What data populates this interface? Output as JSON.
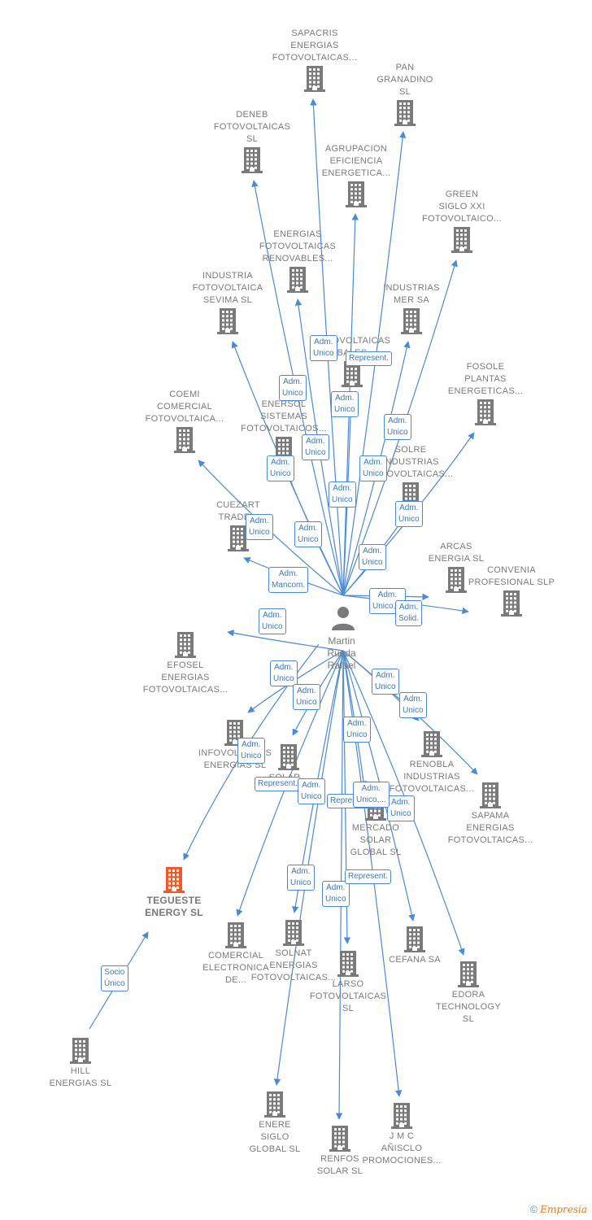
{
  "colors": {
    "edge": "#4a8ad4",
    "building": "#7a7a7a",
    "focus": "#f05a28",
    "label": "#7a7a7a"
  },
  "person": {
    "name": "Martin\nRueda\nRafael",
    "icon": "person-icon"
  },
  "focus_company": {
    "name": "TEGUESTE\nENERGY  SL"
  },
  "companies": [
    {
      "id": "sapacris",
      "name": "SAPACRIS\nENERGIAS\nFOTOVOLTAICAS..."
    },
    {
      "id": "pan",
      "name": "PAN\nGRANADINO\nSL"
    },
    {
      "id": "deneb",
      "name": "DENEB\nFOTOVOLTAICAS\nSL"
    },
    {
      "id": "agrupacion",
      "name": "AGRUPACION\nEFICIENCIA\nENERGETICA..."
    },
    {
      "id": "green",
      "name": "GREEN\nSIGLO XXI\nFOTOVOLTAICO..."
    },
    {
      "id": "energias_renov",
      "name": "ENERGIAS\nFOTOVOLTAICAS\nRENOVABLES..."
    },
    {
      "id": "industria_sevima",
      "name": "INDUSTRIA\nFOTOVOLTAICA\nSEVIMA  SL"
    },
    {
      "id": "industrias_mer",
      "name": "INDUSTRIAS\nMER SA"
    },
    {
      "id": "fotovoltaicas_bales",
      "name": "FOTOVOLTAICAS\nBALES"
    },
    {
      "id": "fosole",
      "name": "FOSOLE\nPLANTAS\nENERGETICAS..."
    },
    {
      "id": "coemi",
      "name": "COEMI\nCOMERCIAL\nFOTOVOLTAICA..."
    },
    {
      "id": "enersol",
      "name": "ENERSOL\nSISTEMAS\nFOTOVOLTAICOS..."
    },
    {
      "id": "solre",
      "name": "SOLRE\nINDUSTRIAS\nFOTOVOLTAICAS..."
    },
    {
      "id": "cuezart",
      "name": "CUEZART\nTRADE..."
    },
    {
      "id": "arcas",
      "name": "ARCAS\nENERGIA  SL"
    },
    {
      "id": "convenia",
      "name": "CONVENIA\nPROFESIONAL SLP"
    },
    {
      "id": "efosel",
      "name": "EFOSEL\nENERGIAS\nFOTOVOLTAICAS..."
    },
    {
      "id": "infovol",
      "name": "INFOVOLTAICAS\nENERGIAS  SL"
    },
    {
      "id": "solar",
      "name": "SOLAR..."
    },
    {
      "id": "renobla",
      "name": "RENOBLA\nINDUSTRIAS\nFOTOVOLTAICAS..."
    },
    {
      "id": "sapama",
      "name": "SAPAMA\nENERGIAS\nFOTOVOLTAICAS..."
    },
    {
      "id": "mercado",
      "name": "MERCADO\nSOLAR\nGLOBAL  SL"
    },
    {
      "id": "comercial_elec",
      "name": "COMERCIAL\nELECTRONICA\nDE..."
    },
    {
      "id": "solnat",
      "name": "SOLNAT\nENERGIAS\nFOTOVOLTAICAS..."
    },
    {
      "id": "larso",
      "name": "LARSO\nFOTOVOLTAICAS\nSL"
    },
    {
      "id": "cefana",
      "name": "CEFANA SA"
    },
    {
      "id": "edora",
      "name": "EDORA\nTECHNOLOGY\nSL"
    },
    {
      "id": "hill",
      "name": "HILL\nENERGIAS  SL"
    },
    {
      "id": "enere",
      "name": "ENERE\nSIGLO\nGLOBAL  SL"
    },
    {
      "id": "renfos",
      "name": "RENFOS\nSOLAR  SL"
    },
    {
      "id": "jmc",
      "name": "J M C\nAÑISCLO\nPROMOCIONES..."
    }
  ],
  "relations": [
    {
      "id": "r1",
      "label": "Adm.\nUnico"
    },
    {
      "id": "r2",
      "label": "Represent."
    },
    {
      "id": "r3",
      "label": "Adm.\nUnico"
    },
    {
      "id": "r4",
      "label": "Adm.\nUnico"
    },
    {
      "id": "r5",
      "label": "Adm.\nUnico"
    },
    {
      "id": "r6",
      "label": "Adm.\nUnico"
    },
    {
      "id": "r7",
      "label": "Adm.\nUnico"
    },
    {
      "id": "r8",
      "label": "Adm.\nUnico"
    },
    {
      "id": "r9",
      "label": "Adm.\nUnico"
    },
    {
      "id": "r10",
      "label": "Adm.\nUnico"
    },
    {
      "id": "r11",
      "label": "Adm.\nUnico"
    },
    {
      "id": "r12",
      "label": "Adm.\nUnico"
    },
    {
      "id": "r13",
      "label": "Adm.\nUnico"
    },
    {
      "id": "r14",
      "label": "Adm.\nMancom."
    },
    {
      "id": "r15",
      "label": "Adm.\nUnico,..."
    },
    {
      "id": "r16",
      "label": "Adm.\nSolid."
    },
    {
      "id": "r17",
      "label": "Adm.\nUnico"
    },
    {
      "id": "r18",
      "label": "Adm.\nUnico"
    },
    {
      "id": "r19",
      "label": "Adm.\nUnico"
    },
    {
      "id": "r20",
      "label": "Adm.\nUnico"
    },
    {
      "id": "r21",
      "label": "Adm.\nUnico"
    },
    {
      "id": "r22",
      "label": "Adm.\nUnico"
    },
    {
      "id": "r23",
      "label": "Adm.\nUnico"
    },
    {
      "id": "r24",
      "label": "Represent."
    },
    {
      "id": "r25",
      "label": "Adm.\nUnico"
    },
    {
      "id": "r26",
      "label": "Represent."
    },
    {
      "id": "r27",
      "label": "Adm.\nUnico"
    },
    {
      "id": "r28",
      "label": "Adm.\nUnico,..."
    },
    {
      "id": "r29",
      "label": "Adm.\nUnico"
    },
    {
      "id": "r30",
      "label": "Adm.\nUnico"
    },
    {
      "id": "r31",
      "label": "Represent."
    },
    {
      "id": "r32",
      "label": "Socio\nÚnico"
    }
  ],
  "footer": {
    "copyright": "©",
    "brand": "Empresia"
  }
}
